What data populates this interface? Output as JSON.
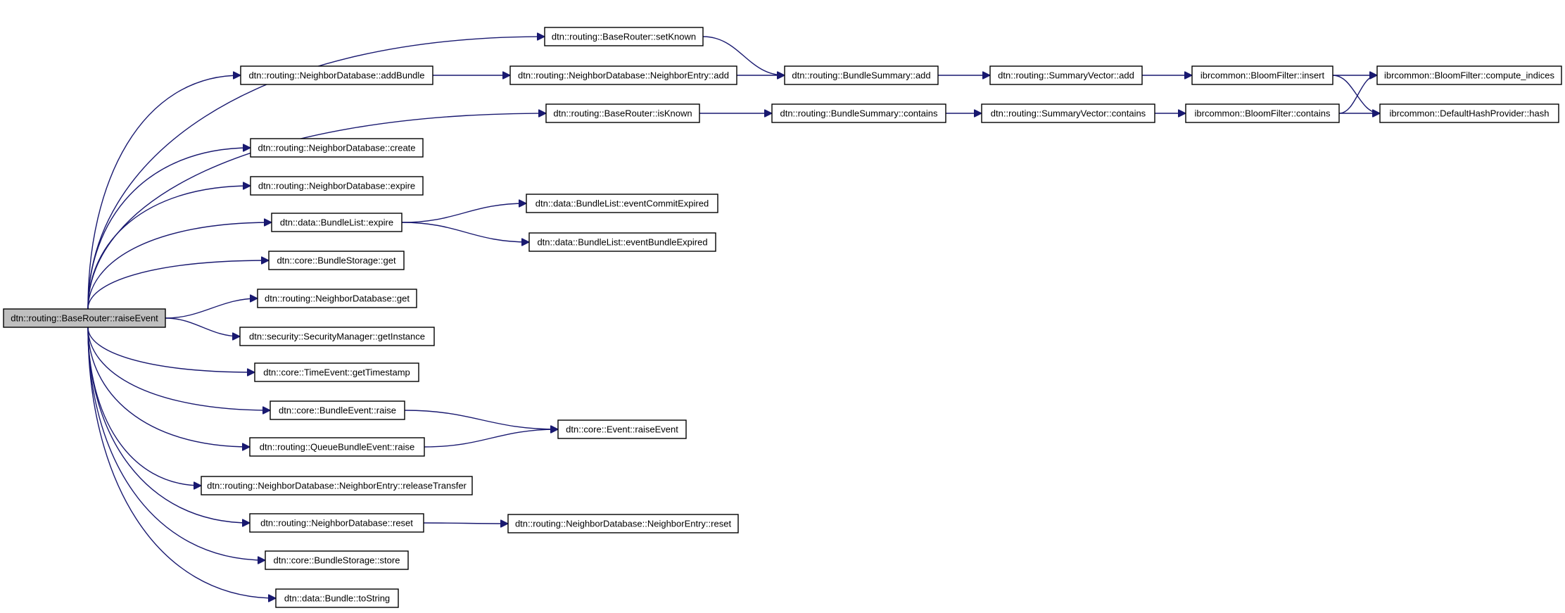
{
  "diagram": {
    "root": "dtn::routing::BaseRouter::raiseEvent",
    "nodes": [
      {
        "id": "raiseEvent",
        "label": "dtn::routing::BaseRouter::raiseEvent",
        "root": true
      },
      {
        "id": "setKnown",
        "label": "dtn::routing::BaseRouter::setKnown"
      },
      {
        "id": "addBundle",
        "label": "dtn::routing::NeighborDatabase::addBundle"
      },
      {
        "id": "neAdd",
        "label": "dtn::routing::NeighborDatabase::NeighborEntry::add"
      },
      {
        "id": "bsAdd",
        "label": "dtn::routing::BundleSummary::add"
      },
      {
        "id": "svAdd",
        "label": "dtn::routing::SummaryVector::add"
      },
      {
        "id": "bfInsert",
        "label": "ibrcommon::BloomFilter::insert"
      },
      {
        "id": "bfCompute",
        "label": "ibrcommon::BloomFilter::compute_indices"
      },
      {
        "id": "isKnown",
        "label": "dtn::routing::BaseRouter::isKnown"
      },
      {
        "id": "bsContains",
        "label": "dtn::routing::BundleSummary::contains"
      },
      {
        "id": "svContains",
        "label": "dtn::routing::SummaryVector::contains"
      },
      {
        "id": "bfContains",
        "label": "ibrcommon::BloomFilter::contains"
      },
      {
        "id": "hash",
        "label": "ibrcommon::DefaultHashProvider::hash"
      },
      {
        "id": "ndCreate",
        "label": "dtn::routing::NeighborDatabase::create"
      },
      {
        "id": "ndExpire",
        "label": "dtn::routing::NeighborDatabase::expire"
      },
      {
        "id": "blExpire",
        "label": "dtn::data::BundleList::expire"
      },
      {
        "id": "commitExpired",
        "label": "dtn::data::BundleList::eventCommitExpired"
      },
      {
        "id": "bundleExpired",
        "label": "dtn::data::BundleList::eventBundleExpired"
      },
      {
        "id": "bsGet",
        "label": "dtn::core::BundleStorage::get"
      },
      {
        "id": "ndGet",
        "label": "dtn::routing::NeighborDatabase::get"
      },
      {
        "id": "getInstance",
        "label": "dtn::security::SecurityManager::getInstance"
      },
      {
        "id": "getTimestamp",
        "label": "dtn::core::TimeEvent::getTimestamp"
      },
      {
        "id": "beRaise",
        "label": "dtn::core::BundleEvent::raise"
      },
      {
        "id": "evRaise",
        "label": "dtn::core::Event::raiseEvent"
      },
      {
        "id": "qbeRaise",
        "label": "dtn::routing::QueueBundleEvent::raise"
      },
      {
        "id": "releaseTransfer",
        "label": "dtn::routing::NeighborDatabase::NeighborEntry::releaseTransfer"
      },
      {
        "id": "ndReset",
        "label": "dtn::routing::NeighborDatabase::reset"
      },
      {
        "id": "neReset",
        "label": "dtn::routing::NeighborDatabase::NeighborEntry::reset"
      },
      {
        "id": "store",
        "label": "dtn::core::BundleStorage::store"
      },
      {
        "id": "toString",
        "label": "dtn::data::Bundle::toString"
      }
    ],
    "edges": [
      [
        "raiseEvent",
        "setKnown"
      ],
      [
        "raiseEvent",
        "addBundle"
      ],
      [
        "raiseEvent",
        "isKnown"
      ],
      [
        "raiseEvent",
        "ndCreate"
      ],
      [
        "raiseEvent",
        "ndExpire"
      ],
      [
        "raiseEvent",
        "blExpire"
      ],
      [
        "raiseEvent",
        "bsGet"
      ],
      [
        "raiseEvent",
        "ndGet"
      ],
      [
        "raiseEvent",
        "getInstance"
      ],
      [
        "raiseEvent",
        "getTimestamp"
      ],
      [
        "raiseEvent",
        "beRaise"
      ],
      [
        "raiseEvent",
        "qbeRaise"
      ],
      [
        "raiseEvent",
        "releaseTransfer"
      ],
      [
        "raiseEvent",
        "ndReset"
      ],
      [
        "raiseEvent",
        "store"
      ],
      [
        "raiseEvent",
        "toString"
      ],
      [
        "setKnown",
        "bsAdd"
      ],
      [
        "addBundle",
        "neAdd"
      ],
      [
        "neAdd",
        "bsAdd"
      ],
      [
        "bsAdd",
        "svAdd"
      ],
      [
        "svAdd",
        "bfInsert"
      ],
      [
        "bfInsert",
        "bfCompute"
      ],
      [
        "bfInsert",
        "hash"
      ],
      [
        "isKnown",
        "bsContains"
      ],
      [
        "bsContains",
        "svContains"
      ],
      [
        "svContains",
        "bfContains"
      ],
      [
        "bfContains",
        "bfCompute"
      ],
      [
        "bfContains",
        "hash"
      ],
      [
        "blExpire",
        "commitExpired"
      ],
      [
        "blExpire",
        "bundleExpired"
      ],
      [
        "beRaise",
        "evRaise"
      ],
      [
        "qbeRaise",
        "evRaise"
      ],
      [
        "ndReset",
        "neReset"
      ]
    ]
  }
}
